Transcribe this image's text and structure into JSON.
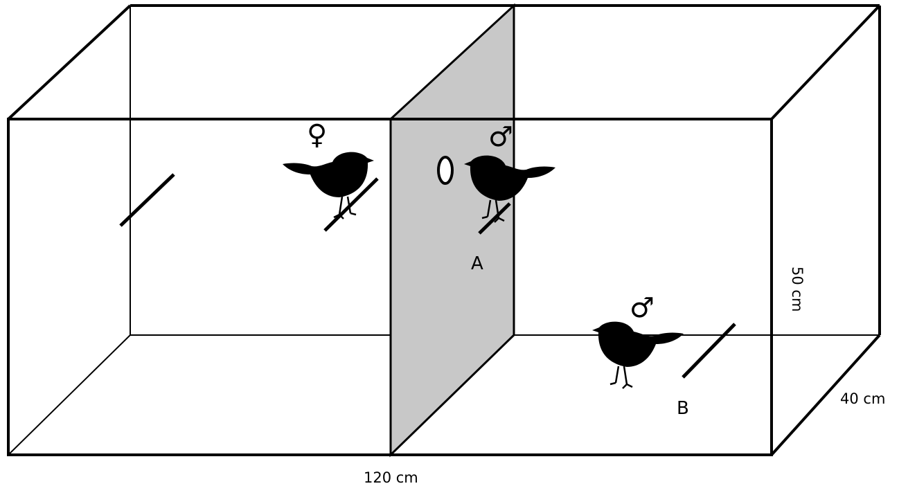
{
  "diagram": {
    "dimensions": {
      "width": "120 cm",
      "height": "50 cm",
      "depth": "40 cm"
    },
    "labels": {
      "perch_a": "A",
      "perch_b": "B"
    },
    "symbols": {
      "female": "♀",
      "male": "♂"
    },
    "colors": {
      "lines": "#000000",
      "partition": "#c8c8c8",
      "birds": "#000000",
      "background": "#ffffff"
    }
  }
}
